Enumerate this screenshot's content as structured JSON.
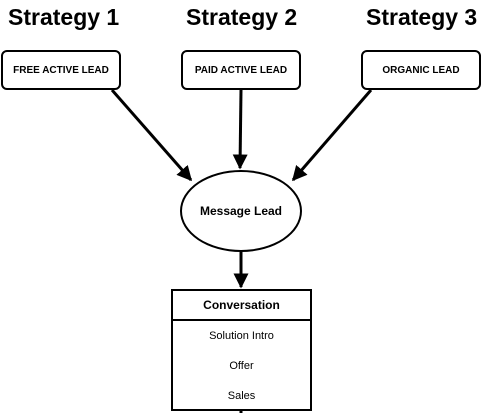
{
  "headings": [
    "Strategy 1",
    "Strategy 2",
    "Strategy 3"
  ],
  "sources": [
    "FREE ACTIVE LEAD",
    "PAID ACTIVE LEAD",
    "ORGANIC LEAD"
  ],
  "center": {
    "label": "Message Lead"
  },
  "conversation": {
    "title": "Conversation",
    "items": [
      "Solution Intro",
      "Offer",
      "Sales"
    ]
  }
}
